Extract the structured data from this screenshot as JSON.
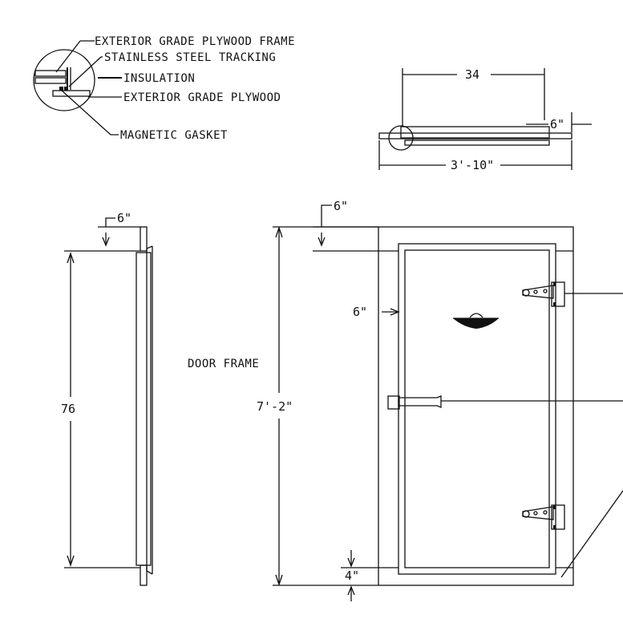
{
  "detail_labels": {
    "frame": "EXTERIOR GRADE PLYWOOD FRAME",
    "tracking": "STAINLESS STEEL TRACKING",
    "insulation": "INSULATION",
    "plywood": "EXTERIOR GRADE PLYWOOD",
    "gasket": "MAGNETIC GASKET"
  },
  "top_view": {
    "dim_width": "34",
    "dim_frame": "6\"",
    "dim_overall": "3'-10\""
  },
  "side_view": {
    "dim_top": "6\"",
    "dim_height": "76"
  },
  "front_view": {
    "dim_top": "6\"",
    "dim_side": "6\"",
    "label_frame": "DOOR FRAME",
    "dim_overall_height": "7'-2\"",
    "dim_bottom": "4\""
  },
  "colors": {
    "line": "#111111",
    "background": "#ffffff"
  }
}
